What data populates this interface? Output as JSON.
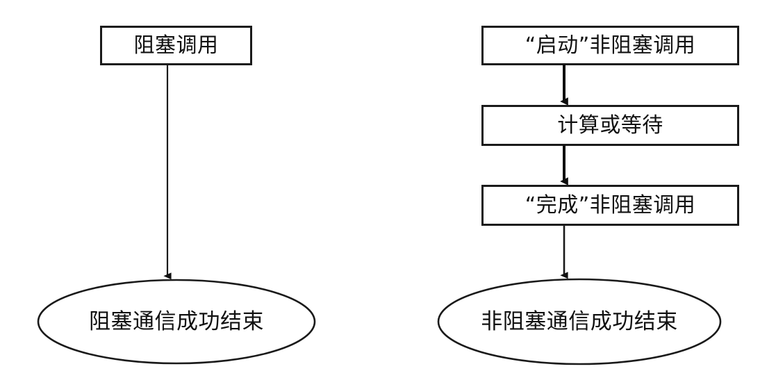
{
  "diagram": {
    "type": "flowchart",
    "title": "",
    "background_color": "#ffffff",
    "stroke_color": "#1a1a1a",
    "text_color": "#111111",
    "columns": [
      {
        "name": "blocking-call-flow",
        "nodes": [
          {
            "id": "blocking-call",
            "shape": "rectangle",
            "label": "阻塞调用"
          },
          {
            "id": "blocking-done",
            "shape": "ellipse",
            "label": "阻塞通信成功结束"
          }
        ],
        "edges": [
          {
            "from": "blocking-call",
            "to": "blocking-done",
            "style": "arrow-down"
          }
        ]
      },
      {
        "name": "nonblocking-call-flow",
        "nodes": [
          {
            "id": "start-nonblocking-call",
            "shape": "rectangle",
            "label": "“启动”非阻塞调用"
          },
          {
            "id": "compute-or-wait",
            "shape": "rectangle",
            "label": "计算或等待"
          },
          {
            "id": "finish-nonblocking-call",
            "shape": "rectangle",
            "label": "“完成”非阻塞调用"
          },
          {
            "id": "nonblocking-done",
            "shape": "ellipse",
            "label": "非阻塞通信成功结束"
          }
        ],
        "edges": [
          {
            "from": "start-nonblocking-call",
            "to": "compute-or-wait",
            "style": "arrow-down"
          },
          {
            "from": "compute-or-wait",
            "to": "finish-nonblocking-call",
            "style": "arrow-down"
          },
          {
            "from": "finish-nonblocking-call",
            "to": "nonblocking-done",
            "style": "arrow-down"
          }
        ]
      }
    ]
  }
}
